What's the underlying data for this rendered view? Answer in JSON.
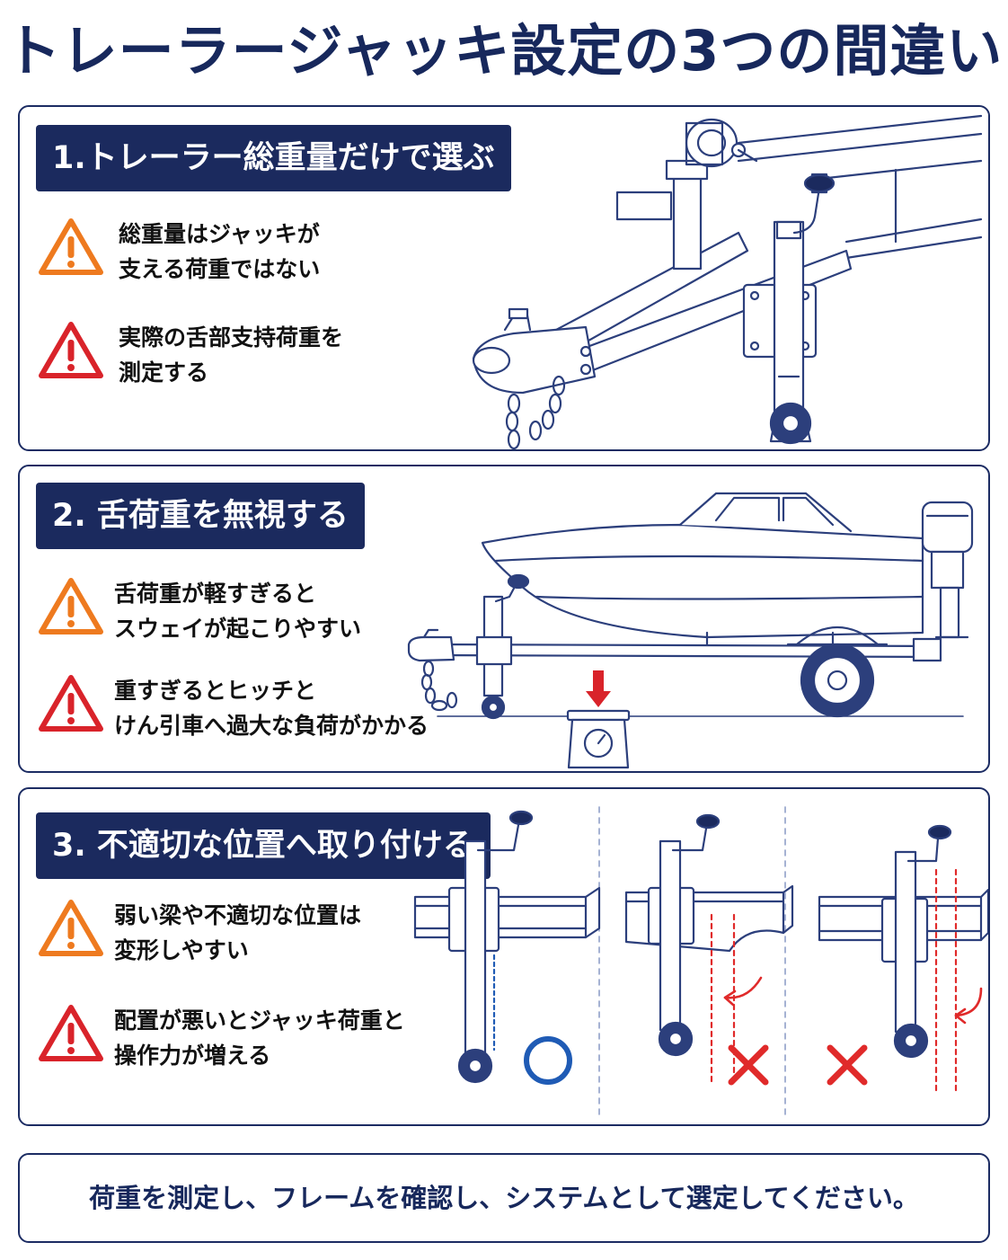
{
  "title": "トレーラージャッキ設定の3つの間違い",
  "sections": [
    {
      "header": "1.トレーラー総重量だけで選ぶ",
      "warnings": [
        {
          "level": "orange",
          "lines": [
            "総重量はジャッキが",
            "支える荷重ではない"
          ]
        },
        {
          "level": "red",
          "lines": [
            "実際の舌部支持荷重を",
            "測定する"
          ]
        }
      ]
    },
    {
      "header": "2. 舌荷重を無視する",
      "warnings": [
        {
          "level": "orange",
          "lines": [
            "舌荷重が軽すぎると",
            "スウェイが起こりやすい"
          ]
        },
        {
          "level": "red",
          "lines": [
            "重すぎるとヒッチと",
            "けん引車へ過大な負荷がかかる"
          ]
        }
      ]
    },
    {
      "header": "3. 不適切な位置へ取り付ける",
      "warnings": [
        {
          "level": "orange",
          "lines": [
            "弱い梁や不適切な位置は",
            "変形しやすい"
          ]
        },
        {
          "level": "red",
          "lines": [
            "配置が悪いとジャッキ荷重と",
            "操作力が増える"
          ]
        }
      ]
    }
  ],
  "footer": "荷重を測定し、フレームを確認し、システムとして選定してください。",
  "colors": {
    "navy": "#1b2a5e",
    "warning_orange": "#ee7a1f",
    "warning_red": "#d9232a",
    "ok_blue": "#1f5bb5",
    "ng_red": "#e02a2a",
    "line_art": "#2c3f7c"
  },
  "icons": {
    "warning": "warning-triangle-icon",
    "ok": "circle-ok-icon",
    "ng": "cross-ng-icon",
    "load_arrow": "down-arrow-icon",
    "scale": "weighing-scale-icon"
  }
}
